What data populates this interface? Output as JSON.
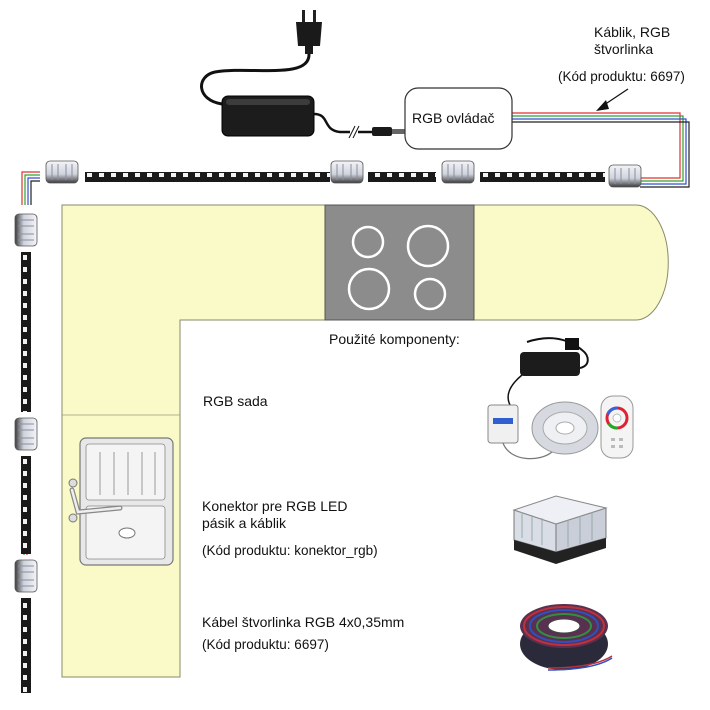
{
  "cable_label": {
    "line1": "Káblik, RGB",
    "line2": "štvorlinka",
    "code": "(Kód produktu: 6697)"
  },
  "controller_label": "RGB ovládač",
  "components_heading": "Použité komponenty:",
  "components": [
    {
      "name": "RGB sada",
      "name_line2": "",
      "code": ""
    },
    {
      "name": "Konektor pre RGB LED",
      "name_line2": "pásik a káblik",
      "code": "(Kód produktu: konektor_rgb)"
    },
    {
      "name": "Kábel štvorlinka RGB 4x0,35mm",
      "name_line2": "",
      "code": "(Kód produktu: 6697)"
    }
  ],
  "colors": {
    "countertop": "#fafac8",
    "cooktop": "#8c8c8c",
    "burner_ring": "#ffffff",
    "led_strip": "#1a1a1a",
    "cable_red": "#e03030",
    "cable_green": "#30a030",
    "cable_blue": "#3050d0",
    "cable_black": "#222222"
  },
  "icons": [
    "power-plug-icon",
    "power-adapter-icon",
    "connector-icon",
    "remote-icon",
    "cable-reel-icon"
  ]
}
